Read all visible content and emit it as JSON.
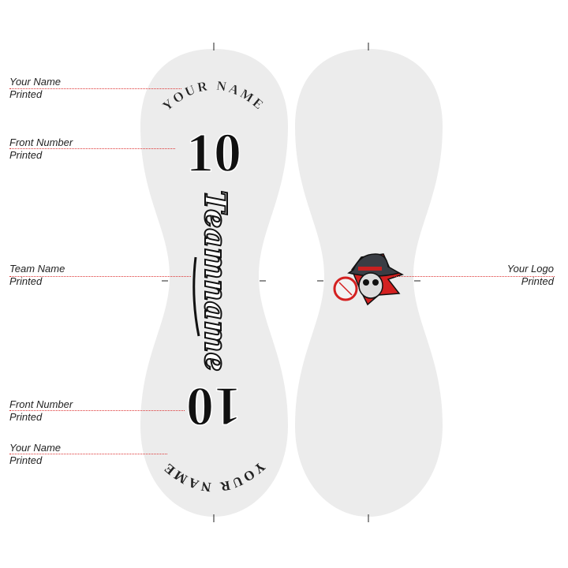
{
  "labels": {
    "your_name_top": [
      "Your Name",
      "Printed"
    ],
    "front_number_top": [
      "Front Number",
      "Printed"
    ],
    "team_name": [
      "Team Name",
      "Printed"
    ],
    "your_logo": [
      "Your Logo",
      "Printed"
    ],
    "front_number_bottom": [
      "Front Number",
      "Printed"
    ],
    "your_name_bottom": [
      "Your Name",
      "Printed"
    ]
  },
  "panel_left": {
    "name_text": "YOUR NAME",
    "number": "10",
    "team_name": "Teamname"
  },
  "panel_right": {
    "logo": "cowboy-skull-baseball-logo"
  },
  "colors": {
    "panel": "#ececec",
    "leader": "#dd3333",
    "logo_red": "#d42020",
    "ink": "#111111"
  }
}
